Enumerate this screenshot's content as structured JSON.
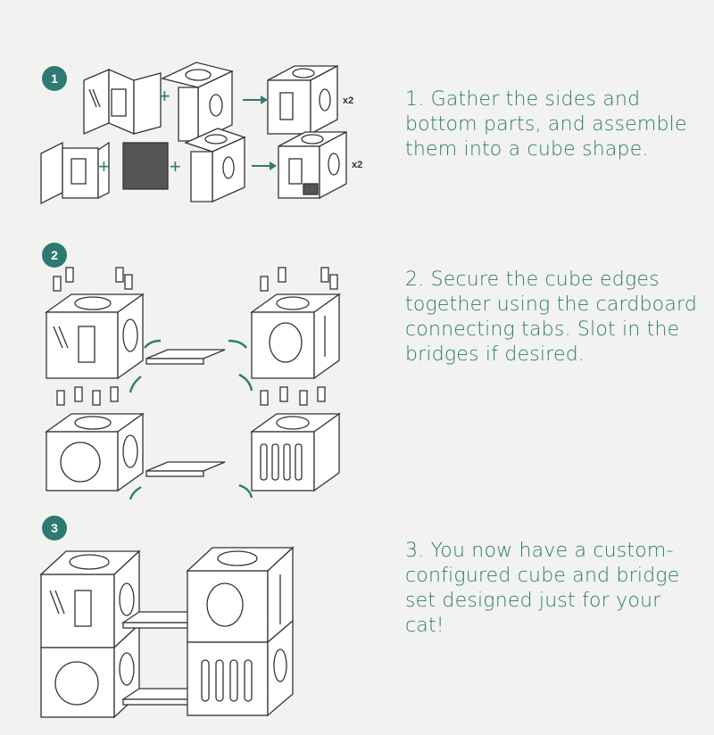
{
  "steps": [
    {
      "number": "1",
      "text": "1. Gather the sides and bottom parts, and assemble them into a cube shape."
    },
    {
      "number": "2",
      "text": "2. Secure the cube edges together using the cardboard connecting tabs. Slot in the bridges if desired."
    },
    {
      "number": "3",
      "text": "3. You now have a custom-configured cube and bridge set designed just for your cat!"
    }
  ],
  "multiplier": "x2",
  "colors": {
    "accent": "#2e7a73",
    "line": "#333333",
    "background": "#f2f2f0"
  }
}
